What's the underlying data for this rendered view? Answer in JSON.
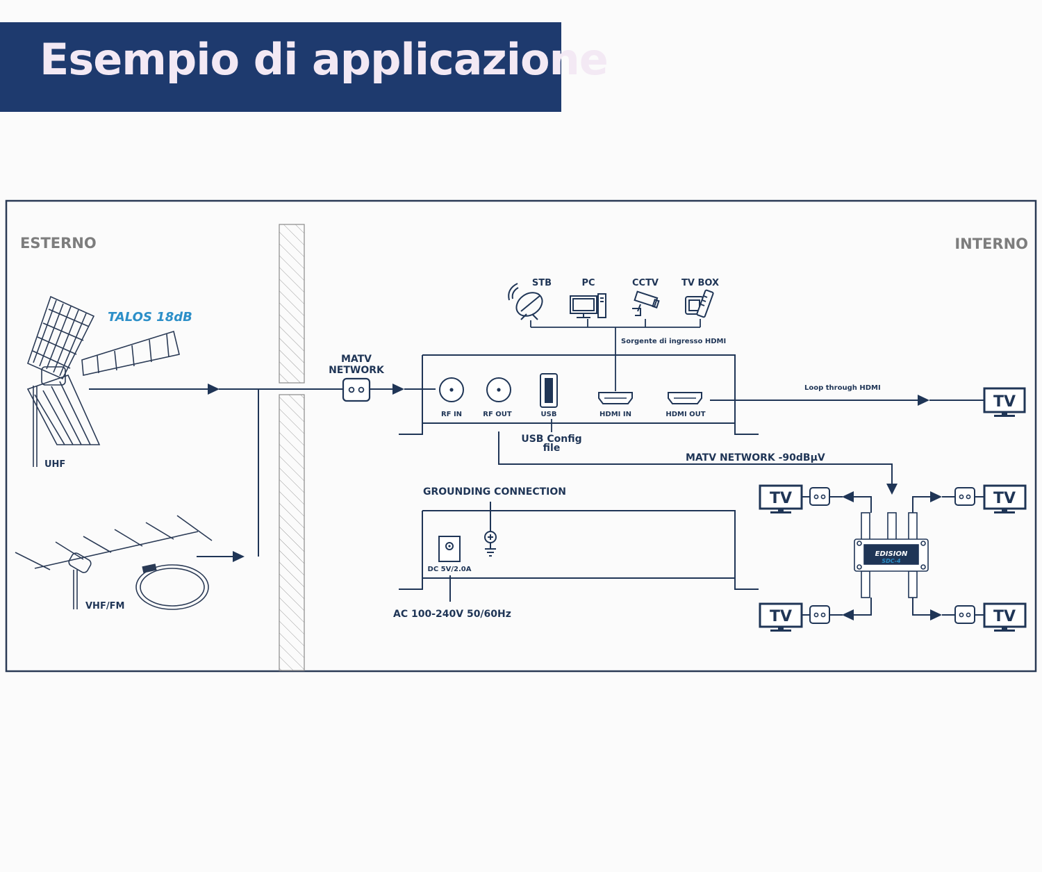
{
  "header": {
    "title": "Esempio di applicazione"
  },
  "zones": {
    "outside": "ESTERNO",
    "inside": "INTERNO"
  },
  "antennas": {
    "model": "TALOS 18dB",
    "uhf": "UHF",
    "vhf": "VHF/FM"
  },
  "matv_socket": {
    "label_line1": "MATV",
    "label_line2": "NETWORK"
  },
  "sources": {
    "items": [
      "STB",
      "PC",
      "CCTV",
      "TV BOX"
    ],
    "caption": "Sorgente di ingresso HDMI",
    "icons": [
      "satellite-dish-icon",
      "desktop-pc-icon",
      "cctv-camera-icon",
      "tv-box-remote-icon"
    ]
  },
  "modulator": {
    "ports": [
      "RF IN",
      "RF OUT",
      "USB",
      "HDMI IN",
      "HDMI OUT"
    ],
    "usb_note_line1": "USB Config",
    "usb_note_line2": "file"
  },
  "loop": {
    "label": "Loop through HDMI",
    "tv": "TV"
  },
  "network": {
    "label": "MATV NETWORK -90dBµV"
  },
  "power": {
    "grounding": "GROUNDING CONNECTION",
    "dc": "DC 5V/2.0A",
    "ac": "AC 100-240V 50/60Hz"
  },
  "splitter": {
    "brand": "EDISION",
    "model": "SDC-4"
  },
  "outputs": {
    "tv_labels": [
      "TV",
      "TV",
      "TV",
      "TV"
    ]
  },
  "colors": {
    "banner": "#1e3a6e",
    "banner_text": "#f3e9f4",
    "line": "#1f3556",
    "accent": "#2c8fc8",
    "muted": "#7d7d7d"
  }
}
